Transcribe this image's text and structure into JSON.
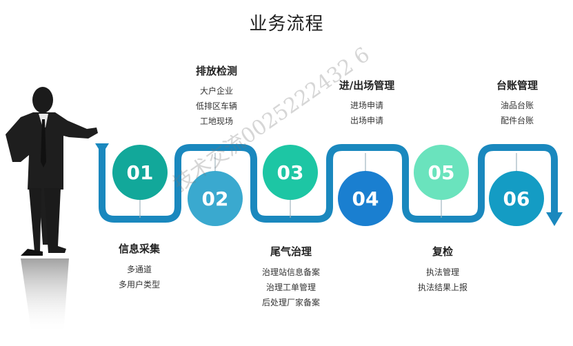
{
  "title": "业务流程",
  "watermark": "技术交流0025222432 6",
  "steps": [
    {
      "number": "01",
      "title": "信息采集",
      "items": [
        "多通道",
        "多用户类型"
      ],
      "color": "#12a89a"
    },
    {
      "number": "02",
      "title": "排放检测",
      "items": [
        "大户企业",
        "低排区车辆",
        "工地现场"
      ],
      "color": "#3aa9cf"
    },
    {
      "number": "03",
      "title": "尾气治理",
      "items": [
        "治理站信息备案",
        "治理工单管理",
        "后处理厂家备案"
      ],
      "color": "#1dc6a4"
    },
    {
      "number": "04",
      "title": "进/出场管理",
      "items": [
        "进场申请",
        "出场申请"
      ],
      "color": "#1a7fd0"
    },
    {
      "number": "05",
      "title": "复检",
      "items": [
        "执法管理",
        "执法结果上报"
      ],
      "color": "#6ae3bd"
    },
    {
      "number": "06",
      "title": "台账管理",
      "items": [
        "油品台账",
        "配件台账"
      ],
      "color": "#149cc4"
    }
  ],
  "colors": {
    "track": "#1a88be",
    "track_light": "#7fc6e6"
  }
}
